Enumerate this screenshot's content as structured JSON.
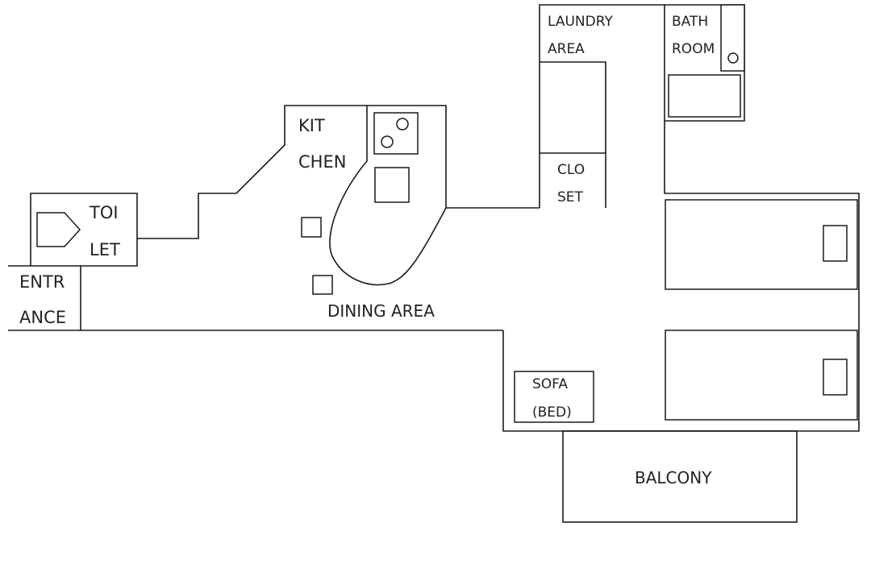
{
  "rooms": {
    "toilet": [
      "TOI",
      "LET"
    ],
    "entrance": [
      "ENTR",
      "ANCE"
    ],
    "kitchen": [
      "KIT",
      "CHEN"
    ],
    "dining": "DINING AREA",
    "laundry": [
      "LAUNDRY",
      "AREA"
    ],
    "bathroom": [
      "BATH",
      "ROOM"
    ],
    "closet": [
      "CLO",
      "SET"
    ],
    "sofa": [
      "SOFA",
      "(BED)"
    ],
    "balcony": "BALCONY"
  },
  "colors": {
    "line": "#1a1a1a",
    "text": "#222222",
    "background": "#ffffff"
  }
}
